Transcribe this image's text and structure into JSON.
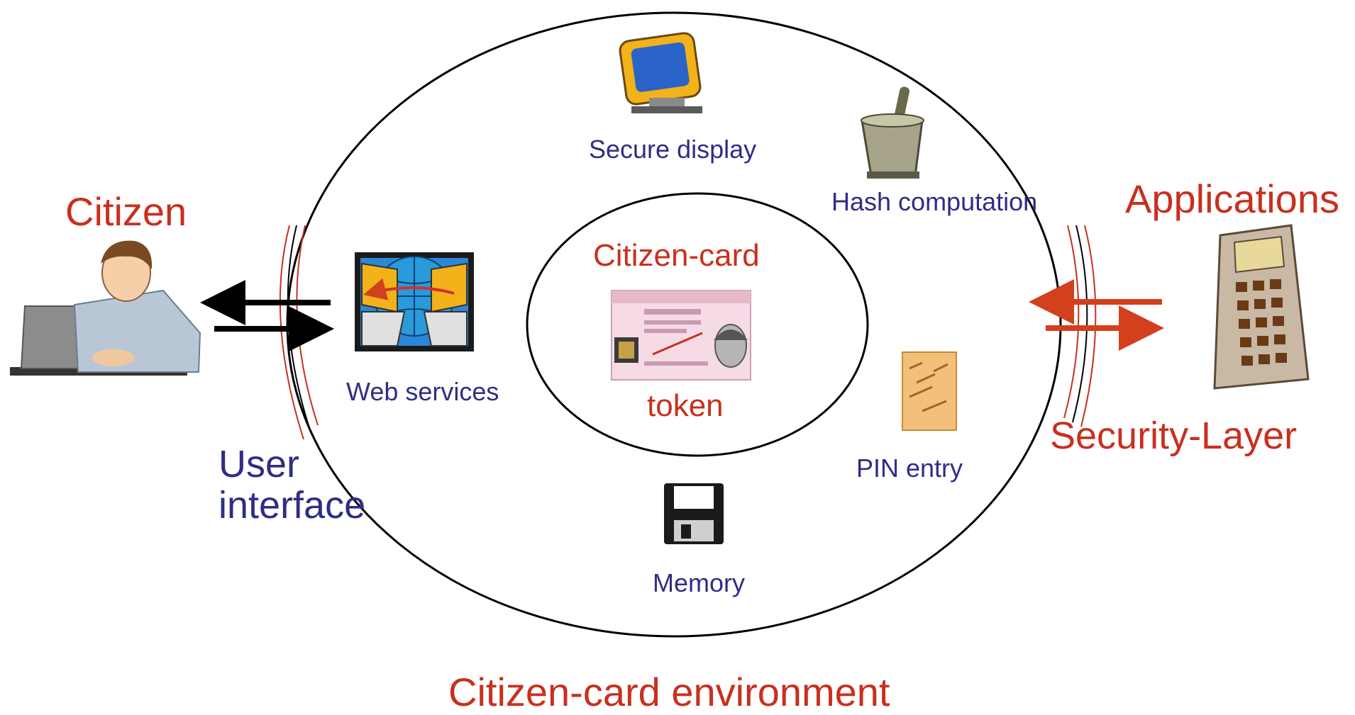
{
  "diagram": {
    "actors": {
      "citizen": "Citizen",
      "applications": "Applications"
    },
    "interfaces": {
      "user_interface_line1": "User",
      "user_interface_line2": "interface",
      "security_layer": "Security-Layer"
    },
    "components": {
      "secure_display": "Secure display",
      "hash_computation": "Hash computation",
      "web_services": "Web services",
      "pin_entry": "PIN entry",
      "memory": "Memory"
    },
    "inner": {
      "title": "Citizen-card",
      "token": "token"
    },
    "environment": "Citizen-card environment",
    "colors": {
      "blue_label": "#2e2e86",
      "red_label": "#c8301e",
      "arrow_dark": "#000000",
      "arrow_red": "#d2401e"
    },
    "icons": [
      "person-at-laptop-icon",
      "monitor-icon",
      "mortar-pestle-icon",
      "globe-network-icon",
      "id-card-icon",
      "keypad-paper-icon",
      "floppy-disk-icon",
      "calculator-icon"
    ]
  }
}
